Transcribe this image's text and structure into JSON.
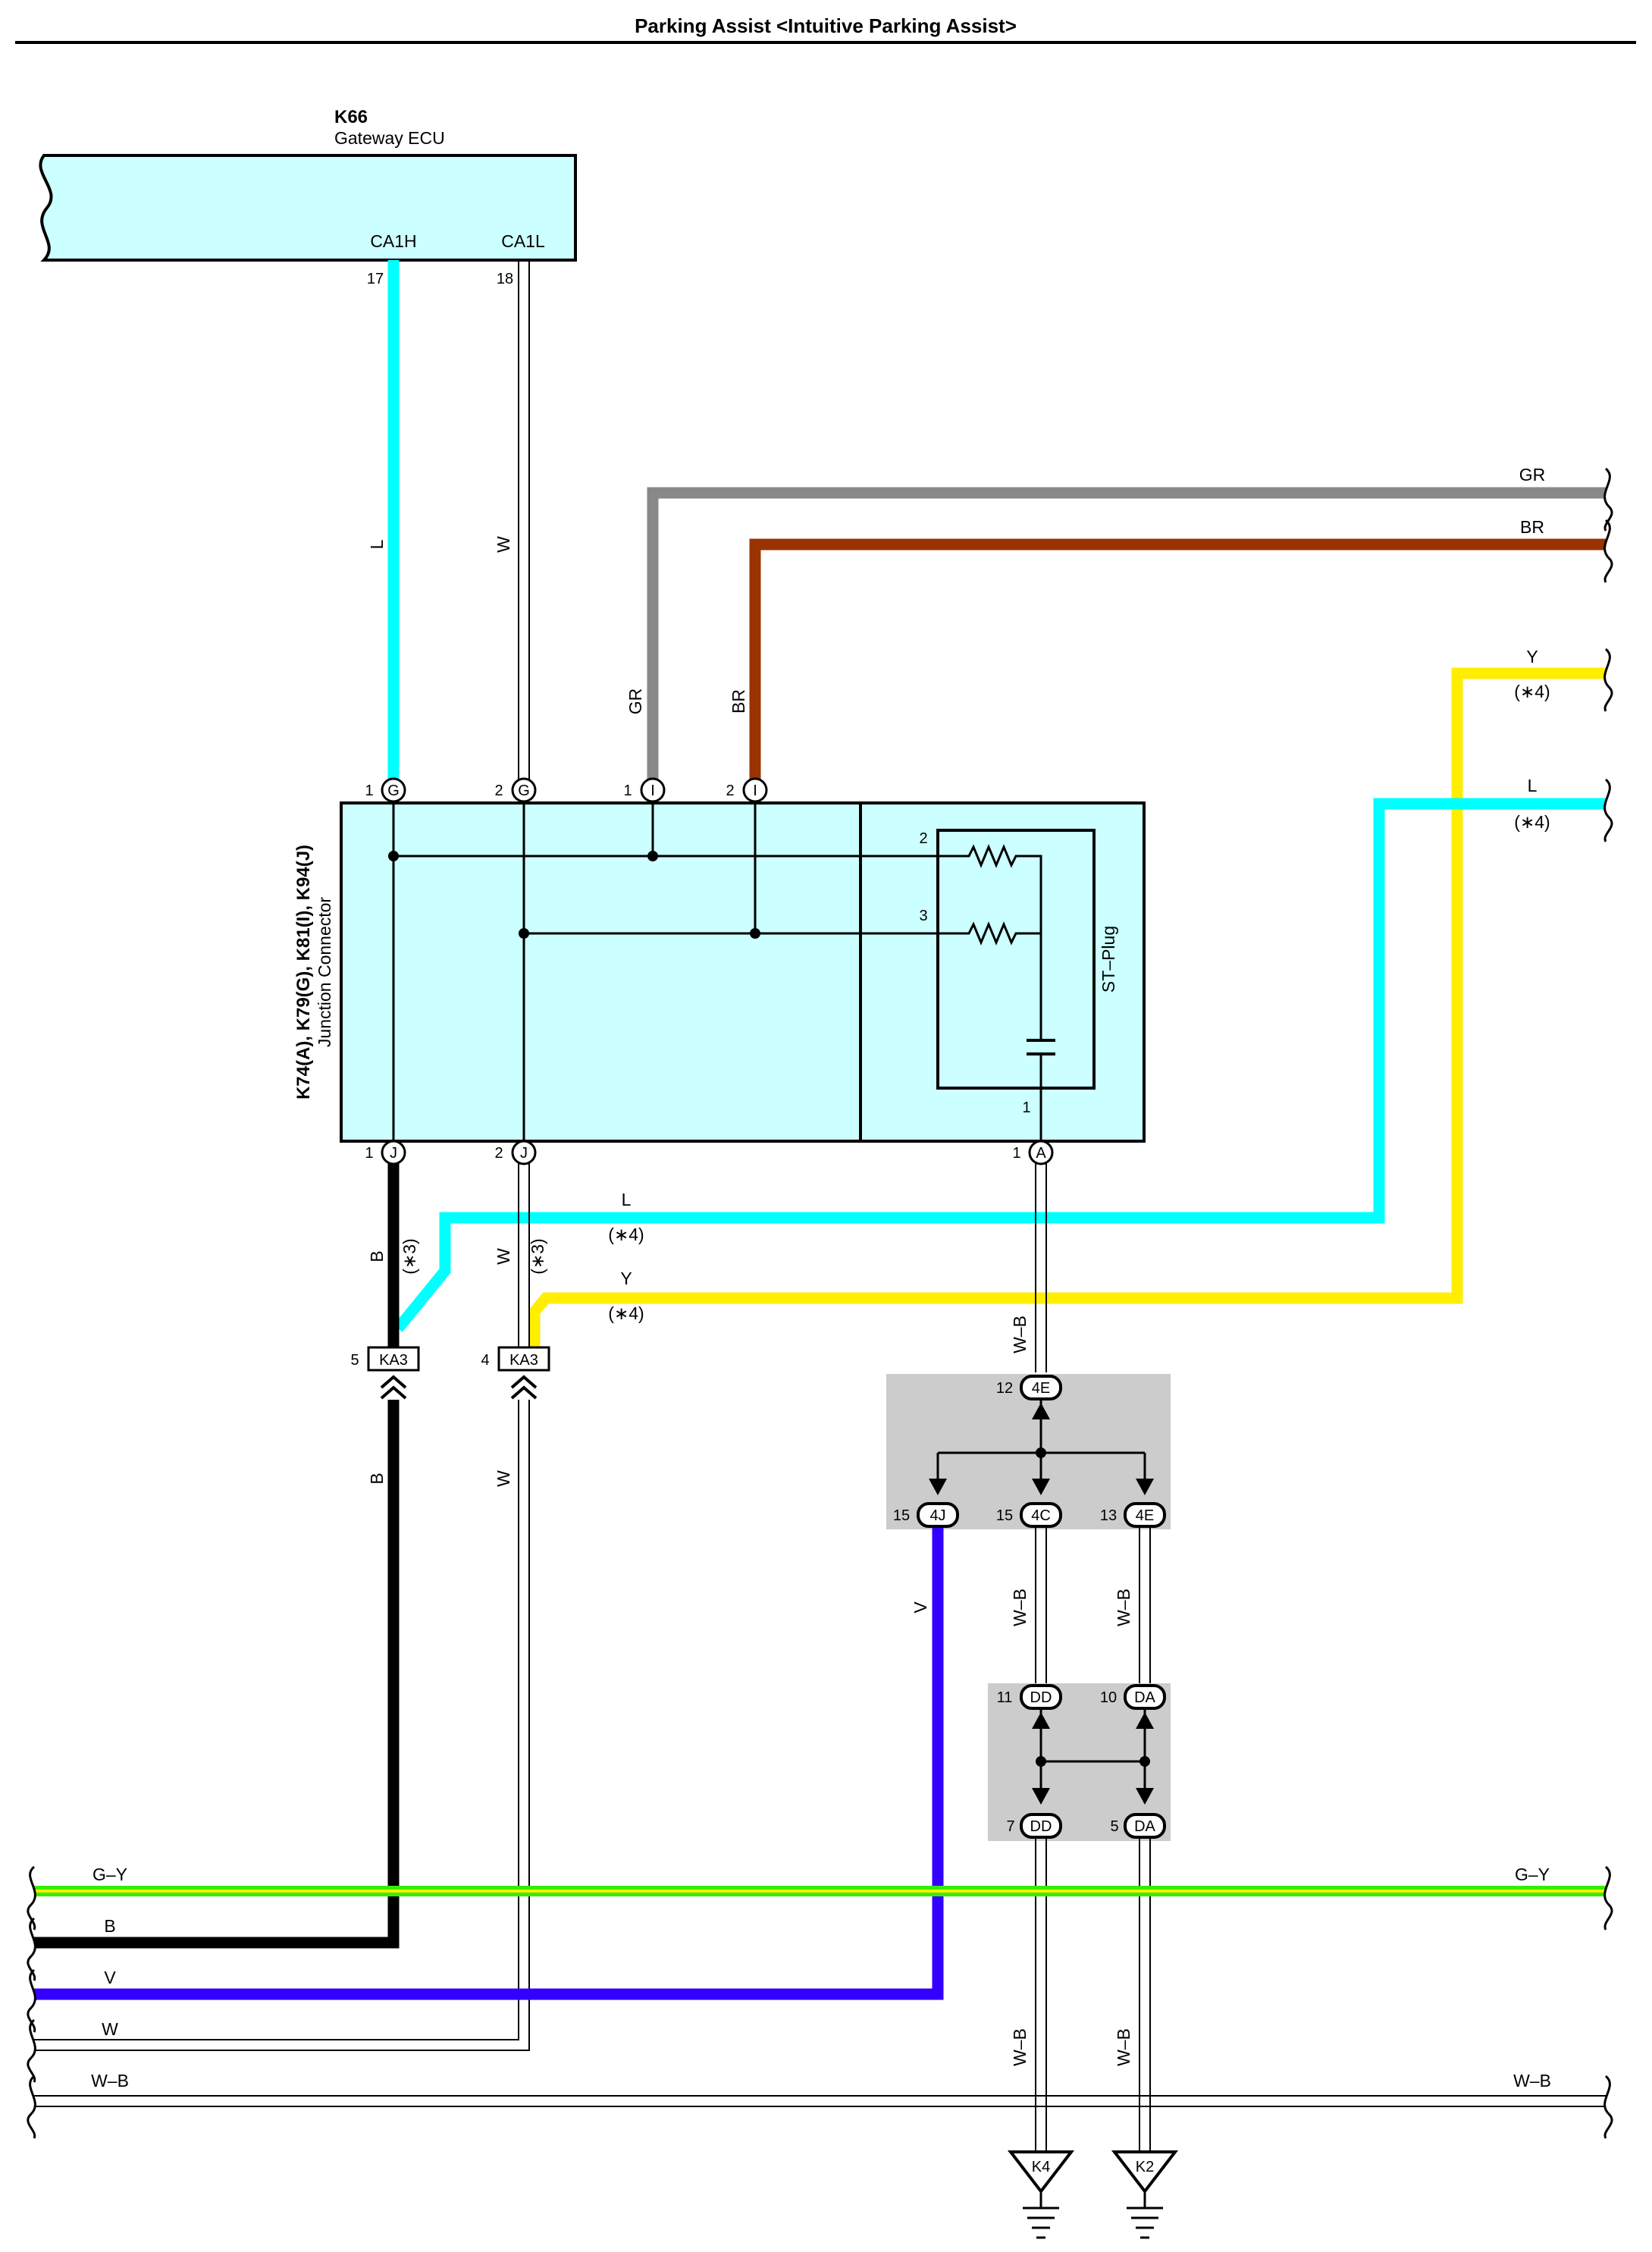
{
  "title": "Parking Assist <Intuitive Parking Assist>",
  "colors": {
    "L": "#00ffff",
    "W": "#ffffff",
    "GR": "#888888",
    "BR": "#993300",
    "Y": "#ffee00",
    "B": "#000000",
    "V": "#3300ff",
    "G-Y": "#33ee00",
    "W-B": "#ffffff",
    "component_fill": "#ccffff",
    "splice_fill": "#cccccc"
  },
  "ecu": {
    "code": "K66",
    "name": "Gateway ECU",
    "pins": [
      {
        "label": "CA1H",
        "num": "17"
      },
      {
        "label": "CA1L",
        "num": "18"
      }
    ]
  },
  "junction": {
    "codes": "K74(A), K79(G), K81(I), K94(J)",
    "name": "Junction Connector",
    "st_plug": "ST–Plug",
    "resistor_pins": [
      "2",
      "3"
    ],
    "capacitor_pin": "1",
    "top_pins": [
      {
        "num": "1",
        "conn": "G"
      },
      {
        "num": "2",
        "conn": "G"
      },
      {
        "num": "1",
        "conn": "I"
      },
      {
        "num": "2",
        "conn": "I"
      }
    ],
    "bottom_pins": [
      {
        "num": "1",
        "conn": "J"
      },
      {
        "num": "2",
        "conn": "J"
      },
      {
        "num": "1",
        "conn": "A"
      }
    ]
  },
  "inline": [
    {
      "num": "5",
      "code": "KA3"
    },
    {
      "num": "4",
      "code": "KA3"
    }
  ],
  "splice1": {
    "top": {
      "num": "12",
      "code": "4E"
    },
    "bottom": [
      {
        "num": "15",
        "code": "4J"
      },
      {
        "num": "15",
        "code": "4C"
      },
      {
        "num": "13",
        "code": "4E"
      }
    ]
  },
  "splice2": {
    "top": [
      {
        "num": "11",
        "code": "DD"
      },
      {
        "num": "10",
        "code": "DA"
      }
    ],
    "bottom": [
      {
        "num": "7",
        "code": "DD"
      },
      {
        "num": "5",
        "code": "DA"
      }
    ]
  },
  "grounds": [
    "K4",
    "K2"
  ],
  "wire_labels": {
    "l_ecu": "L",
    "w_ecu": "W",
    "gr_vert": "GR",
    "br_vert": "BR",
    "gr_right": "GR",
    "br_right": "BR",
    "y_right": "Y",
    "y_right_note": "(∗4)",
    "l_right": "L",
    "l_right_note": "(∗4)",
    "l_mid": "L",
    "l_mid_note": "(∗4)",
    "y_mid": "Y",
    "y_mid_note": "(∗4)",
    "b_top": "B",
    "b_top_note": "(∗3)",
    "w_top": "W",
    "w_top_note": "(∗3)",
    "b_bot": "B",
    "w_bot": "W",
    "wb_a": "W–B",
    "v_vert": "V",
    "wb_4c": "W–B",
    "wb_4e": "W–B",
    "wb_k4": "W–B",
    "wb_k2": "W–B",
    "gy_left": "G–Y",
    "gy_right": "G–Y",
    "b_bus": "B",
    "v_bus": "V",
    "w_bus": "W",
    "wb_bus_left": "W–B",
    "wb_bus_right": "W–B"
  }
}
